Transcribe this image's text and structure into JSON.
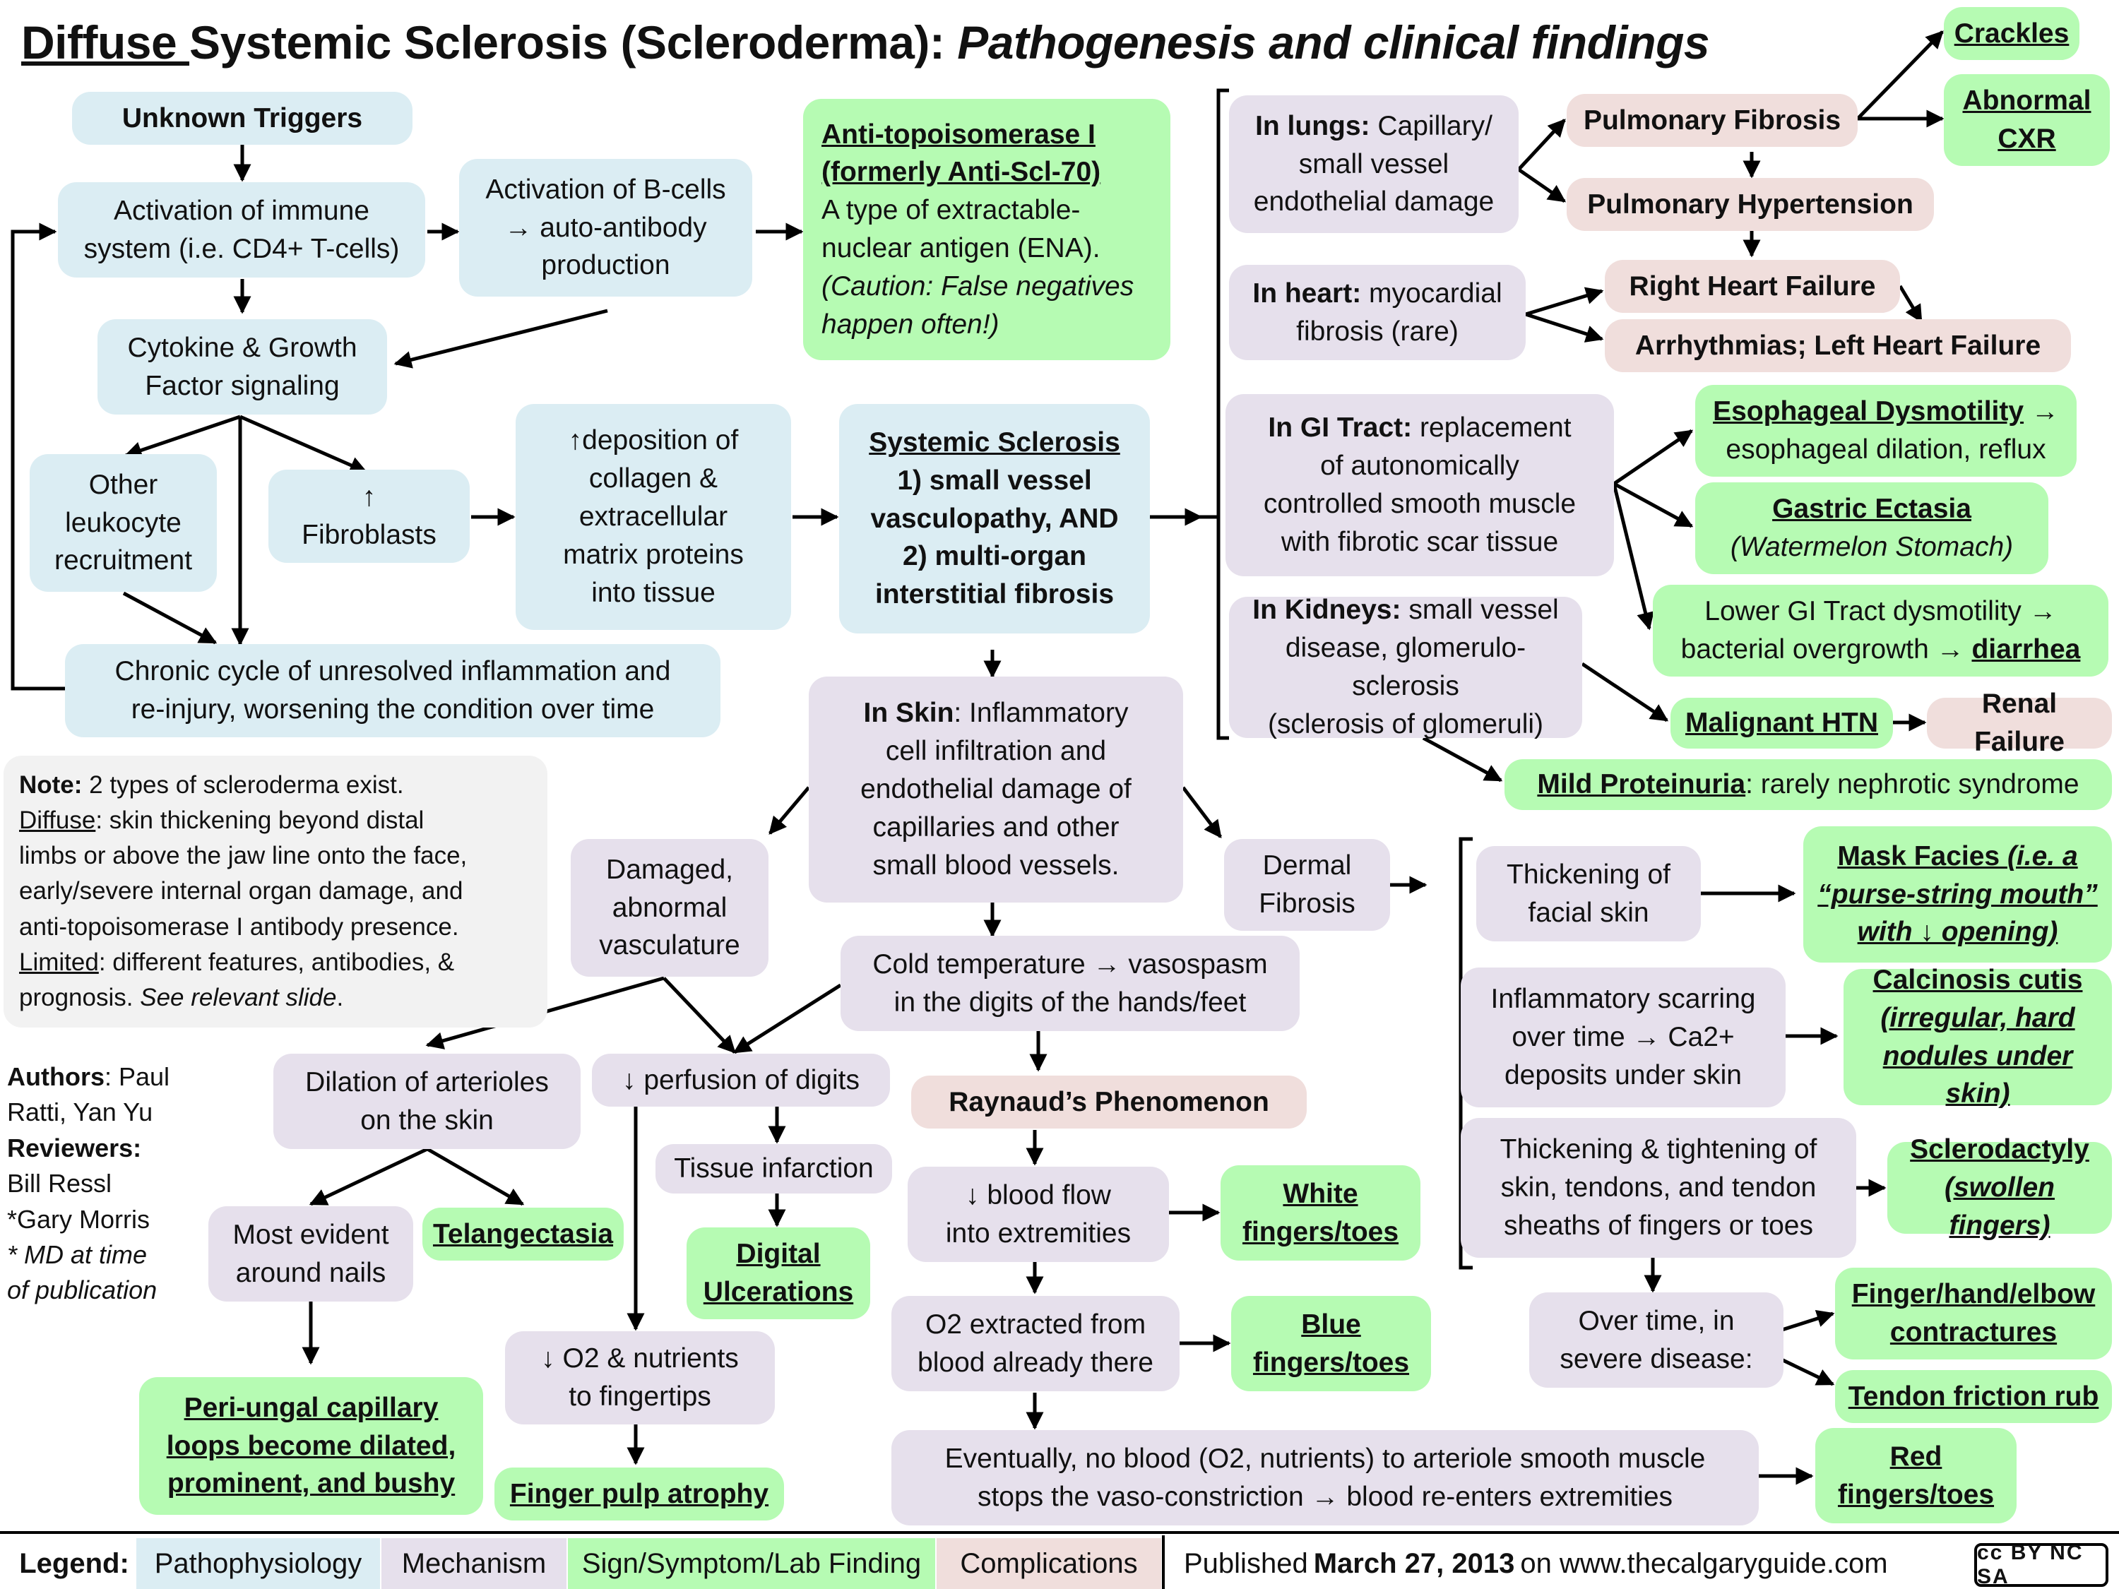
{
  "title": {
    "part1": "Diffuse ",
    "part2": "Systemic Sclerosis (Scleroderma): ",
    "part3": "Pathogenesis and clinical findings"
  },
  "nodes": {
    "unknown_triggers": "Unknown Triggers",
    "immune_activation": [
      "Activation of immune",
      "system (i.e. CD4+ T-cells)"
    ],
    "b_cells": [
      "Activation of B-cells",
      "→ auto-antibody",
      "production"
    ],
    "cytokine": [
      "Cytokine & Growth",
      "Factor signaling"
    ],
    "leukocyte": [
      "Other",
      "leukocyte",
      "recruitment"
    ],
    "fibroblasts": [
      "↑",
      "Fibroblasts"
    ],
    "collagen": [
      "↑deposition of",
      "collagen &",
      "extracellular",
      "matrix proteins",
      "into tissue"
    ],
    "chronic_cycle": [
      "Chronic cycle of unresolved inflammation and",
      "re-injury, worsening the condition over time"
    ],
    "anti_topo": {
      "title1": "Anti-topoisomerase I",
      "title2": "(formerly Anti-Scl-70)",
      "body1": "A type of extractable-",
      "body2": "nuclear antigen (ENA).",
      "caution1": "(Caution: False negatives",
      "caution2": "happen often!)"
    },
    "systemic": [
      "Systemic Sclerosis",
      "1) small vessel",
      "vasculopathy, AND",
      "2) multi-organ",
      "interstitial fibrosis"
    ],
    "skin": {
      "label": "In Skin",
      "lines": [
        ": Inflammatory",
        "cell infiltration and",
        "endothelial damage of",
        "capillaries and other",
        "small blood vessels."
      ]
    },
    "damaged_vasc": [
      "Damaged,",
      "abnormal",
      "vasculature"
    ],
    "dermal_fibrosis": [
      "Dermal",
      "Fibrosis"
    ],
    "cold": [
      "Cold temperature → vasospasm",
      "in the digits of the hands/feet"
    ],
    "raynaud": "Raynaud’s Phenomenon",
    "dilation": [
      "Dilation of arterioles",
      "on the skin"
    ],
    "perfusion": "↓ perfusion of digits",
    "tissue_infarction": "Tissue infarction",
    "digital_ulcer": [
      "Digital",
      "Ulcerations"
    ],
    "most_evident": [
      "Most evident",
      "around nails"
    ],
    "telangectasia": "Telangectasia",
    "peri_ungal": [
      "Peri-ungal capillary",
      "loops become dilated,",
      "prominent, and bushy"
    ],
    "o2_nutrients": [
      "↓ O2 & nutrients",
      "to fingertips"
    ],
    "finger_pulp": "Finger pulp atrophy",
    "blood_flow": [
      "↓ blood flow",
      "into extremities"
    ],
    "white": [
      "White",
      "fingers/toes"
    ],
    "o2_extracted": [
      "O2 extracted from",
      "blood already there"
    ],
    "blue": [
      "Blue",
      "fingers/toes"
    ],
    "eventually": [
      "Eventually, no blood (O2, nutrients) to arteriole smooth muscle",
      "stops the vaso-constriction → blood re-enters extremities"
    ],
    "red": [
      "Red",
      "fingers/toes"
    ],
    "lungs": {
      "label": "In lungs:",
      "lines": [
        " Capillary/",
        "small vessel",
        "endothelial damage"
      ]
    },
    "pulm_fibrosis": "Pulmonary Fibrosis",
    "crackles": "Crackles",
    "abnormal_cxr": [
      "Abnormal",
      "CXR"
    ],
    "pulm_htn": "Pulmonary Hypertension",
    "heart": {
      "label": "In heart:",
      "lines": [
        " myocardial",
        "fibrosis (rare)"
      ]
    },
    "right_hf": "Right Heart Failure",
    "arrhythmias": "Arrhythmias; Left Heart Failure",
    "gi": {
      "label": "In GI Tract:",
      "lines": [
        " replacement",
        "of autonomically",
        "controlled smooth muscle",
        "with fibrotic scar tissue"
      ]
    },
    "esoph": {
      "title": "Esophageal Dysmotility",
      "suffix": " →",
      "line2": "esophageal dilation, reflux"
    },
    "gastric": {
      "title": "Gastric Ectasia",
      "line2": "(Watermelon Stomach)"
    },
    "lower_gi": {
      "line1": "Lower GI Tract dysmotility →",
      "line2a": "bacterial overgrowth → ",
      "line2b": "diarrhea"
    },
    "kidneys": {
      "label": "In Kidneys:",
      "lines": [
        " small vessel",
        "disease, glomerulo-sclerosis",
        "(sclerosis of glomeruli)"
      ]
    },
    "malignant_htn": "Malignant HTN",
    "renal_failure": "Renal Failure",
    "proteinuria": {
      "title": "Mild Proteinuria",
      "rest": ": rarely nephrotic syndrome"
    },
    "facial_skin": [
      "Thickening of",
      "facial skin"
    ],
    "mask_facies": {
      "a": "Mask Facies ",
      "b": "(i.e. a",
      "c": "“purse-string mouth”",
      "d": "with ↓ opening)"
    },
    "inflam_scarring": [
      "Inflammatory scarring",
      "over time → Ca2+",
      "deposits under skin"
    ],
    "calcinosis": [
      "Calcinosis cutis",
      "(irregular, hard",
      "nodules under skin)"
    ],
    "thickening": [
      "Thickening & tightening of",
      "skin, tendons, and tendon",
      "sheaths of fingers or toes"
    ],
    "sclerodactyly": [
      "Sclerodactyly",
      "(swollen fingers)"
    ],
    "over_time": [
      "Over time, in",
      "severe disease:"
    ],
    "contractures": [
      "Finger/hand/elbow",
      "contractures"
    ],
    "tendon_rub": "Tendon friction rub"
  },
  "note": {
    "label": "Note:",
    "l1": " 2 types of scleroderma exist.",
    "diffuse": "Diffuse",
    "l2": ": skin thickening beyond distal",
    "l3": "limbs or above the jaw line onto the face,",
    "l4": "early/severe internal organ damage, and",
    "l5": "anti-topoisomerase I antibody presence.",
    "limited": "Limited",
    "l6": ": different features, antibodies, &",
    "l7": "prognosis. ",
    "l7i": "See relevant slide",
    "l7e": "."
  },
  "credits": {
    "authors_label": "Authors",
    "authors1": ":  Paul",
    "authors2": "Ratti, Yan Yu",
    "reviewers_label": "Reviewers:",
    "rev1": "Bill Ressl",
    "rev2": "*Gary Morris",
    "note1": "* MD at time",
    "note2": "of publication"
  },
  "legend": {
    "label": "Legend:",
    "pathophysiology": "Pathophysiology",
    "mechanism": "Mechanism",
    "sign": "Sign/Symptom/Lab Finding",
    "complications": "Complications",
    "published_pre": "Published ",
    "published_date": "March 27, 2013",
    "published_post": " on www.thecalgaryguide.com",
    "cc_badge": "cc BY NC SA"
  },
  "colors": {
    "pathophysiology": "#dbedf3",
    "mechanism": "#e6e0ec",
    "sign": "#b6fbb3",
    "complications": "#f0dedc",
    "note": "#f2f2f2"
  }
}
